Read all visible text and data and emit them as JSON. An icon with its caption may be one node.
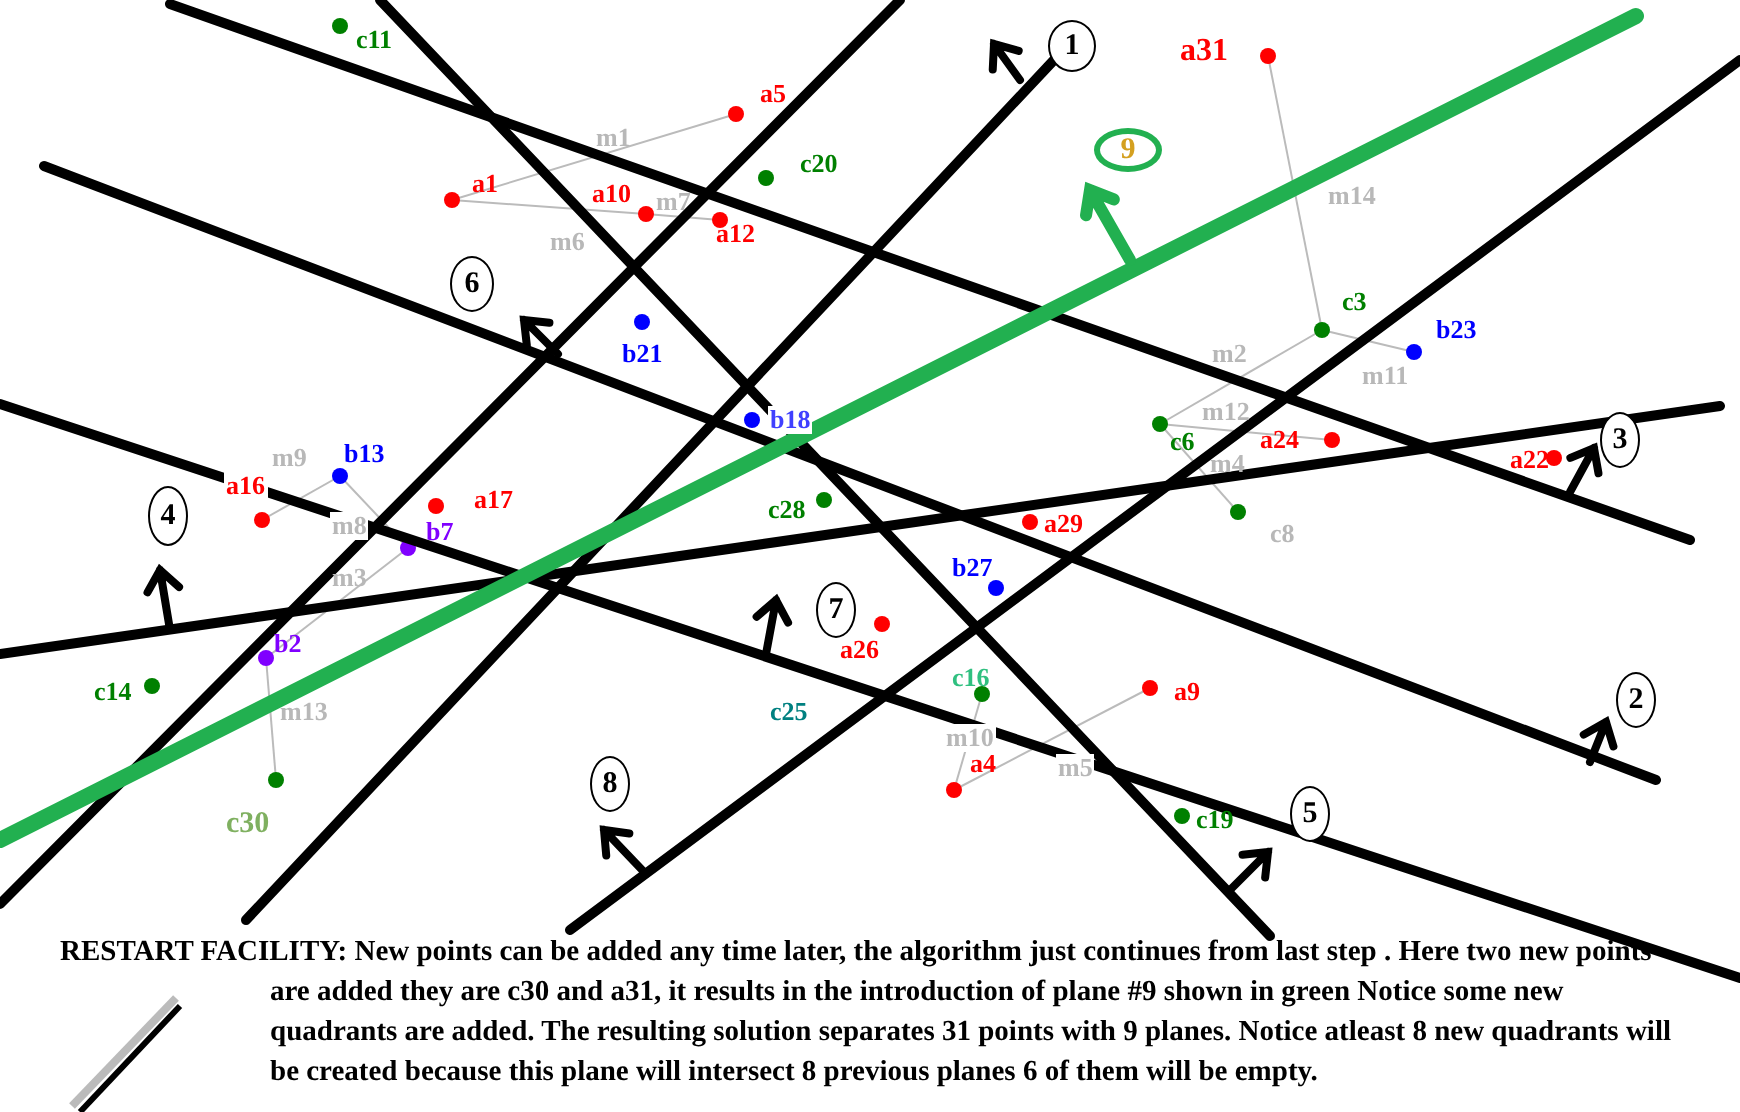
{
  "diagram": {
    "caption": "RESTART FACILITY: New points can be added any time later, the algorithm just continues from last step . Here two new points are added they are c30 and a31, it results in the introduction of plane #9 shown in green Notice some new quadrants are added. The resulting solution separates 31 points with 9 planes. Notice atleast 8 new quadrants will be created because this plane will intersect 8 previous planes 6 of them will be empty.",
    "nodes": [
      {
        "text": [
          "1"
        ]
      },
      {
        "text": [
          "9"
        ]
      },
      {
        "text": [
          "6"
        ]
      },
      {
        "text": [
          "3"
        ]
      },
      {
        "text": [
          "4"
        ]
      },
      {
        "text": [
          "7"
        ]
      },
      {
        "text": [
          "2"
        ]
      },
      {
        "text": [
          "8"
        ]
      },
      {
        "text": [
          "5"
        ]
      }
    ],
    "labels": [
      "c11",
      "a31",
      "a5",
      "m1",
      "c20",
      "a1",
      "a10",
      "m7",
      "a12",
      "m6",
      "m14",
      "c3",
      "b23",
      "b21",
      "m2",
      "m11",
      "b18",
      "m12",
      "c6",
      "a24",
      "a22",
      "m4",
      "m9",
      "b13",
      "a16",
      "a17",
      "c28",
      "a29",
      "b7",
      "c8",
      "m8",
      "b27",
      "m3",
      "a26",
      "b2",
      "c14",
      "c16",
      "c25",
      "m13",
      "a9",
      "m10",
      "a4",
      "m5",
      "c19",
      "c30"
    ]
  }
}
